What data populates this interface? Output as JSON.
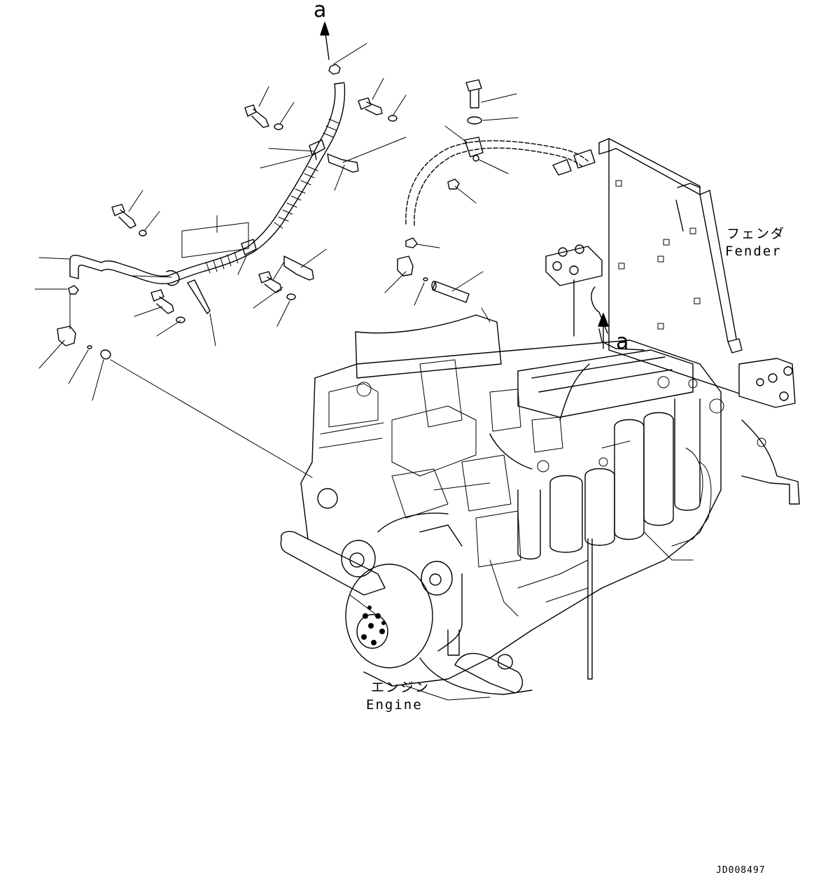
{
  "arrow_marks": {
    "top": "a",
    "right": "a"
  },
  "fender": {
    "label_ja": "フェンダ",
    "label_en": "Fender"
  },
  "engine": {
    "label_ja": "エンジン",
    "label_en": "Engine"
  },
  "drawing_code": "JD008497",
  "line_color": "#000000",
  "background_color": "#ffffff"
}
